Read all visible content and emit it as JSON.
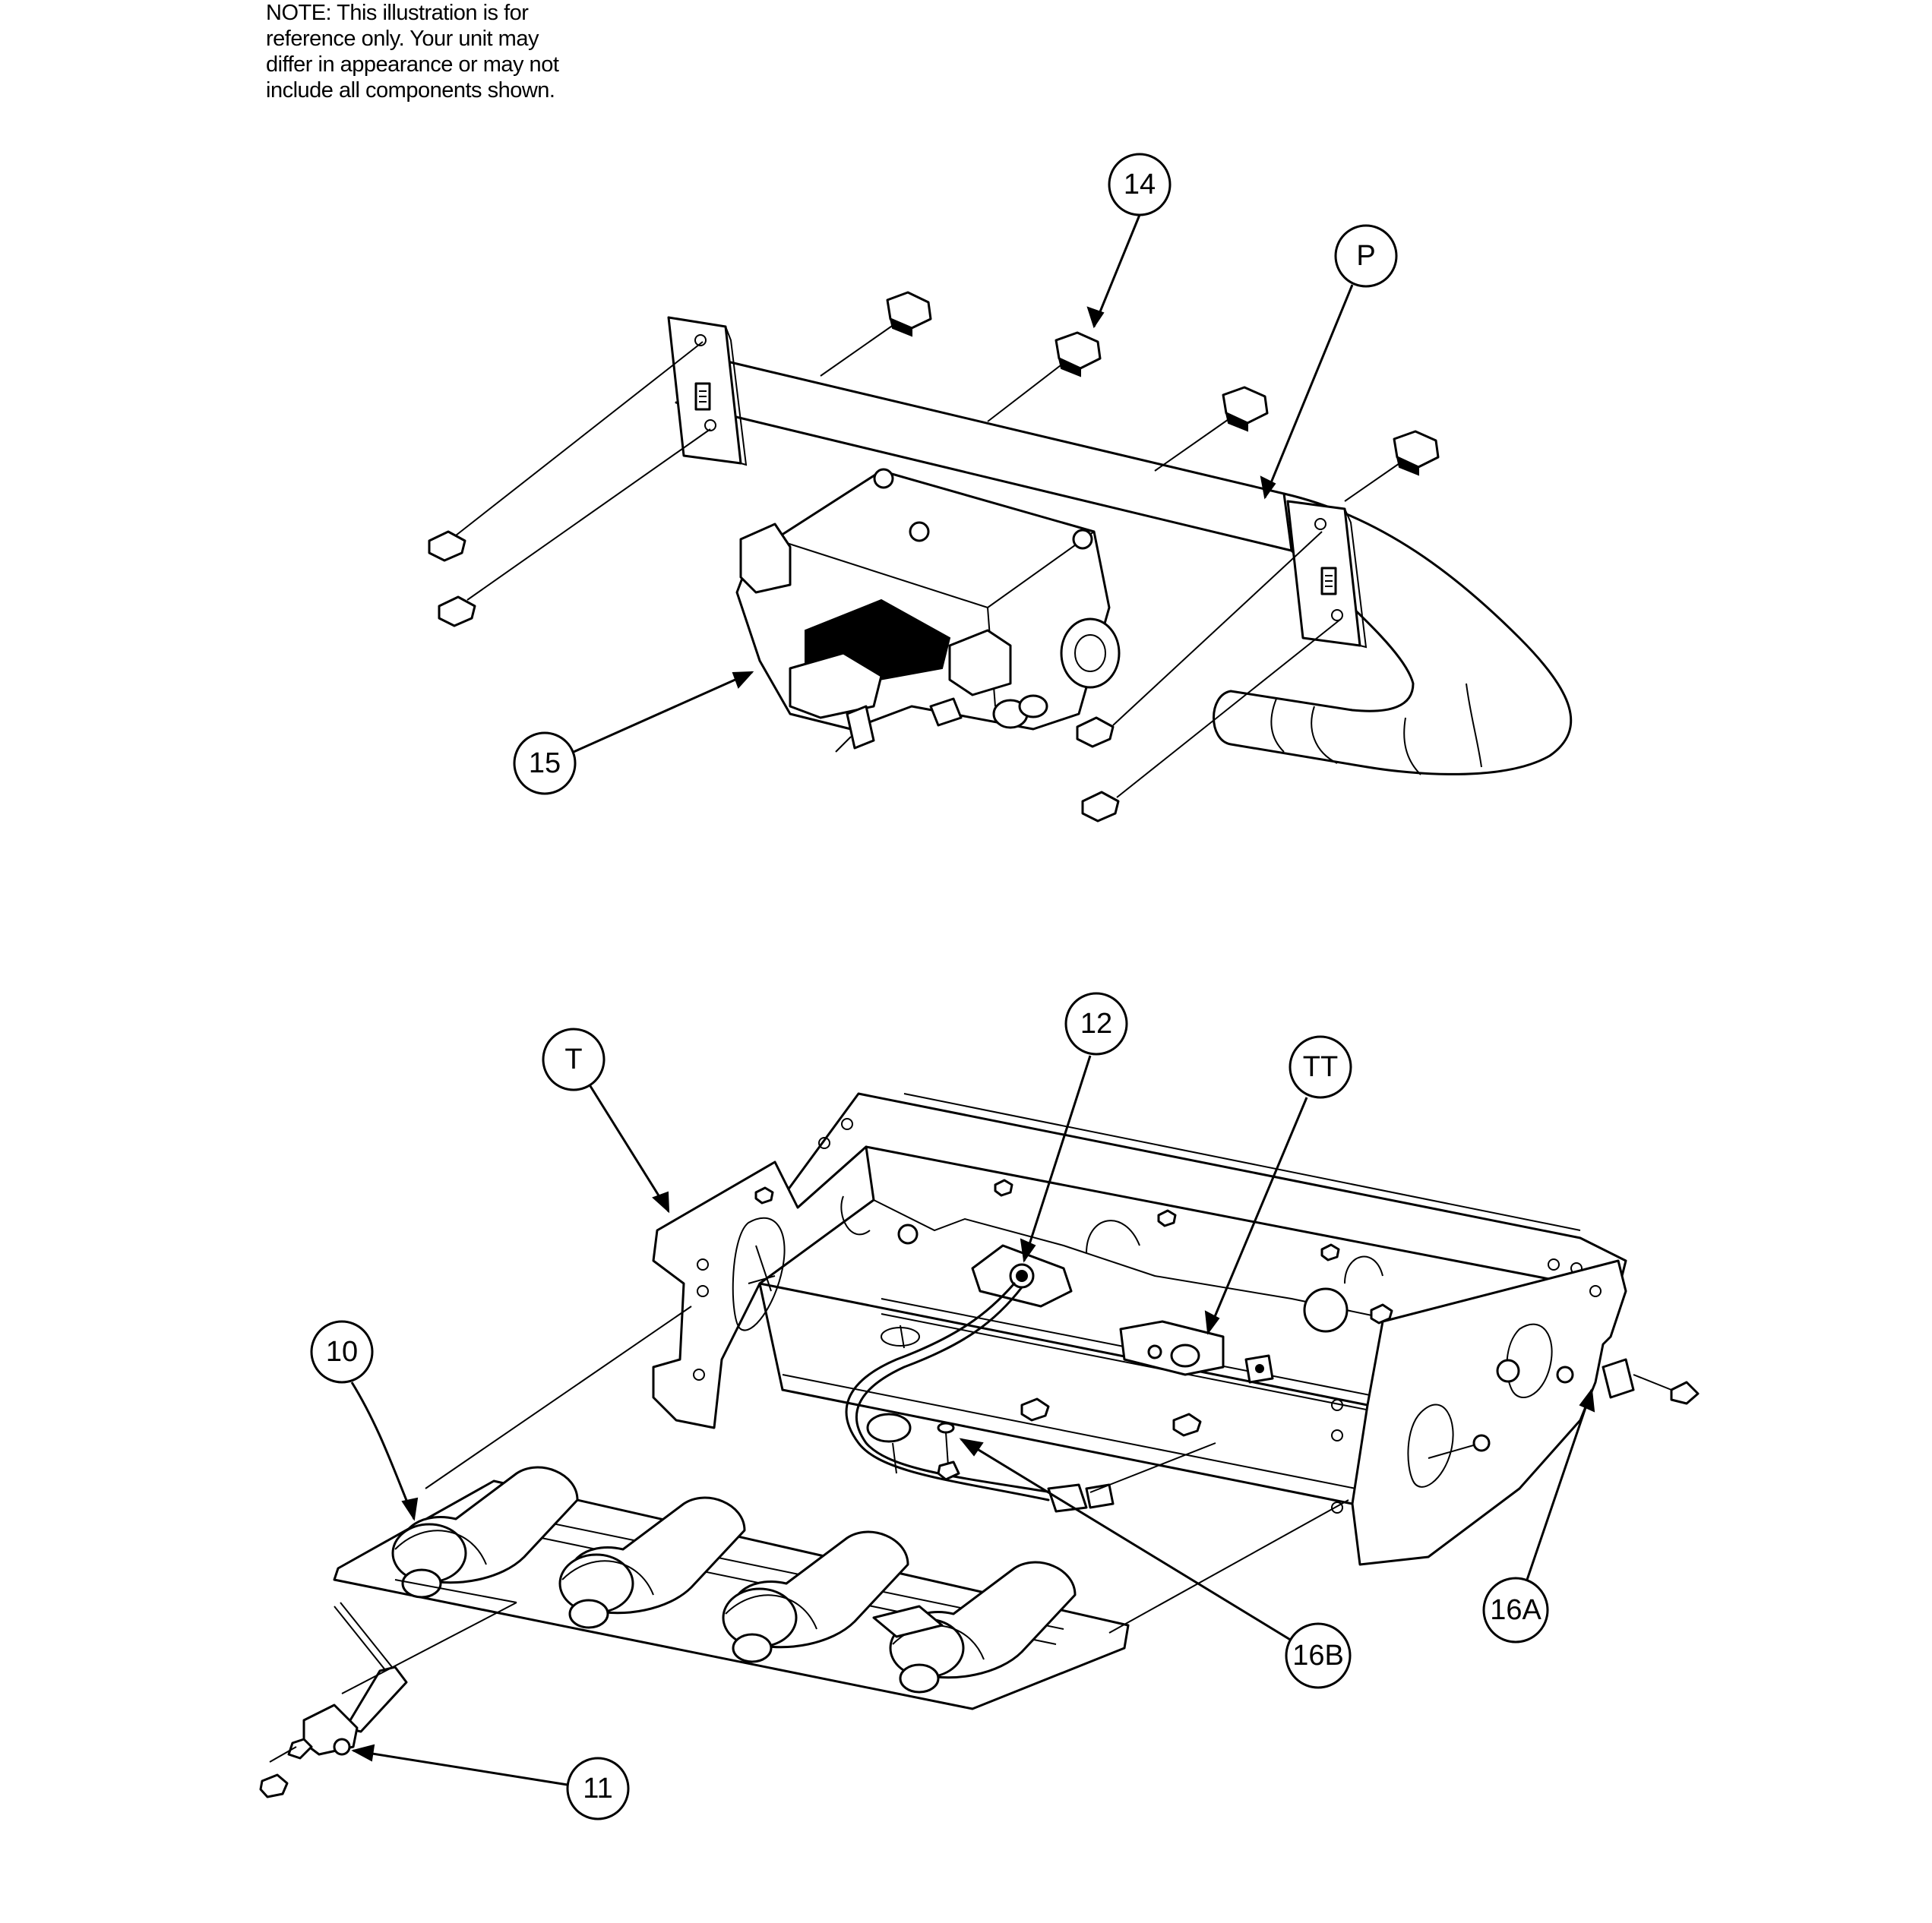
{
  "note": {
    "lines": [
      "NOTE: This illustration is for",
      "reference only. Your unit may",
      "differ in appearance or may not",
      "include all components shown."
    ]
  },
  "callouts": {
    "c14": "14",
    "cP": "P",
    "c15": "15",
    "c12": "12",
    "cT": "T",
    "cTT": "TT",
    "c10": "10",
    "c16A": "16A",
    "c16B": "16B",
    "c11": "11"
  }
}
